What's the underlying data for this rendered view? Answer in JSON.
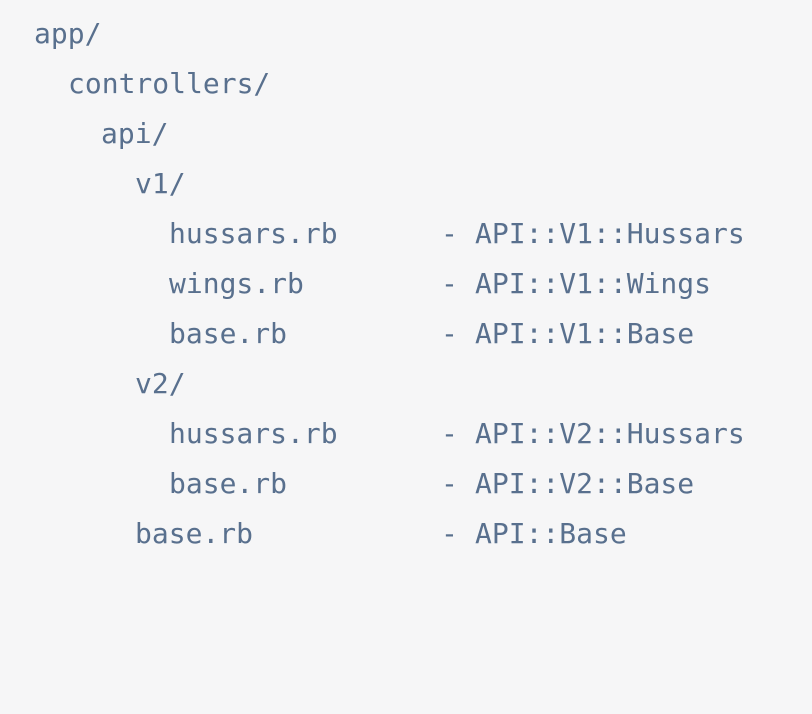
{
  "tree": [
    {
      "path": "app/",
      "indent": 0,
      "ns": ""
    },
    {
      "path": "controllers/",
      "indent": 1,
      "ns": ""
    },
    {
      "path": "api/",
      "indent": 2,
      "ns": ""
    },
    {
      "path": "v1/",
      "indent": 3,
      "ns": ""
    },
    {
      "path": "hussars.rb",
      "indent": 4,
      "ns": "API::V1::Hussars"
    },
    {
      "path": "wings.rb",
      "indent": 4,
      "ns": "API::V1::Wings"
    },
    {
      "path": "base.rb",
      "indent": 4,
      "ns": "API::V1::Base"
    },
    {
      "path": "v2/",
      "indent": 3,
      "ns": ""
    },
    {
      "path": "hussars.rb",
      "indent": 4,
      "ns": "API::V2::Hussars"
    },
    {
      "path": "base.rb",
      "indent": 4,
      "ns": "API::V2::Base"
    },
    {
      "path": "base.rb",
      "indent": 3,
      "ns": "API::Base"
    }
  ],
  "separator": "-",
  "colors": {
    "background": "#f6f6f7",
    "text": "#59708e"
  }
}
